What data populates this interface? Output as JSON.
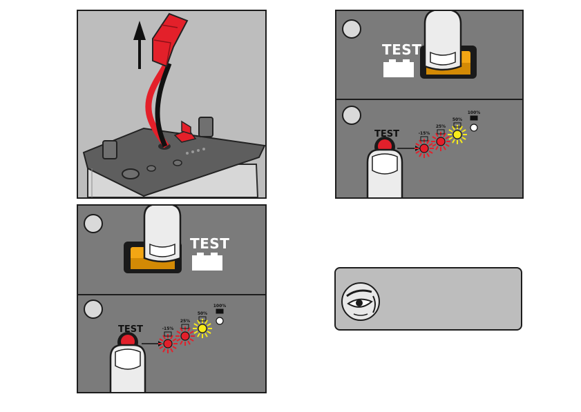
{
  "colors": {
    "panel_bg": "#7b7b7b",
    "panel_bg_light": "#bdbdbd",
    "led_red": "#e2202b",
    "led_yellow": "#f6ea1c",
    "led_off": "#ffffff",
    "button_amber": "#f3a614",
    "plug_red": "#e3202a"
  },
  "icons": [
    "up-arrow-icon",
    "finger-icon",
    "battery-icon",
    "eye-icon",
    "led-icon"
  ],
  "test_label": "TEST",
  "leds": [
    {
      "label": "-15%",
      "state": "red"
    },
    {
      "label": "25%",
      "state": "red"
    },
    {
      "label": "50%",
      "state": "yellow"
    },
    {
      "label": "100%",
      "state": "off"
    }
  ],
  "steps": [
    {
      "id": "step-disconnect",
      "number": ""
    },
    {
      "id": "step-press-right",
      "number": ""
    },
    {
      "id": "step-leds-right",
      "number": ""
    },
    {
      "id": "step-press-left",
      "number": ""
    },
    {
      "id": "step-leds-left",
      "number": ""
    }
  ]
}
